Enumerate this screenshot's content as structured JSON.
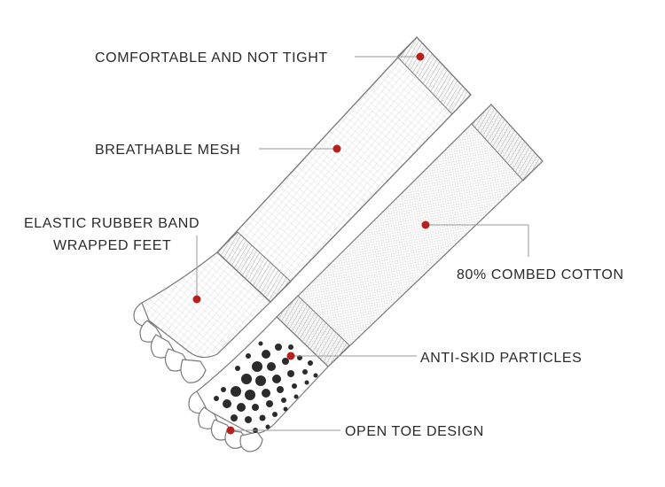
{
  "labels": {
    "comfortable": "COMFORTABLE AND NOT TIGHT",
    "breathable": "BREATHABLE MESH",
    "elastic_line1": "ELASTIC RUBBER BAND",
    "elastic_line2": "WRAPPED FEET",
    "cotton": "80% COMBED COTTON",
    "antiskid": "ANTI-SKID PARTICLES",
    "opentoe": "OPEN TOE DESIGN"
  },
  "colors": {
    "marker": "#b5221d",
    "outline": "#7a7a7a",
    "grip": "#2b2b2b",
    "text": "#2a2a2a"
  },
  "icons": {
    "marker": "red-dot-marker",
    "sock": "five-toe-sock-illustration"
  }
}
